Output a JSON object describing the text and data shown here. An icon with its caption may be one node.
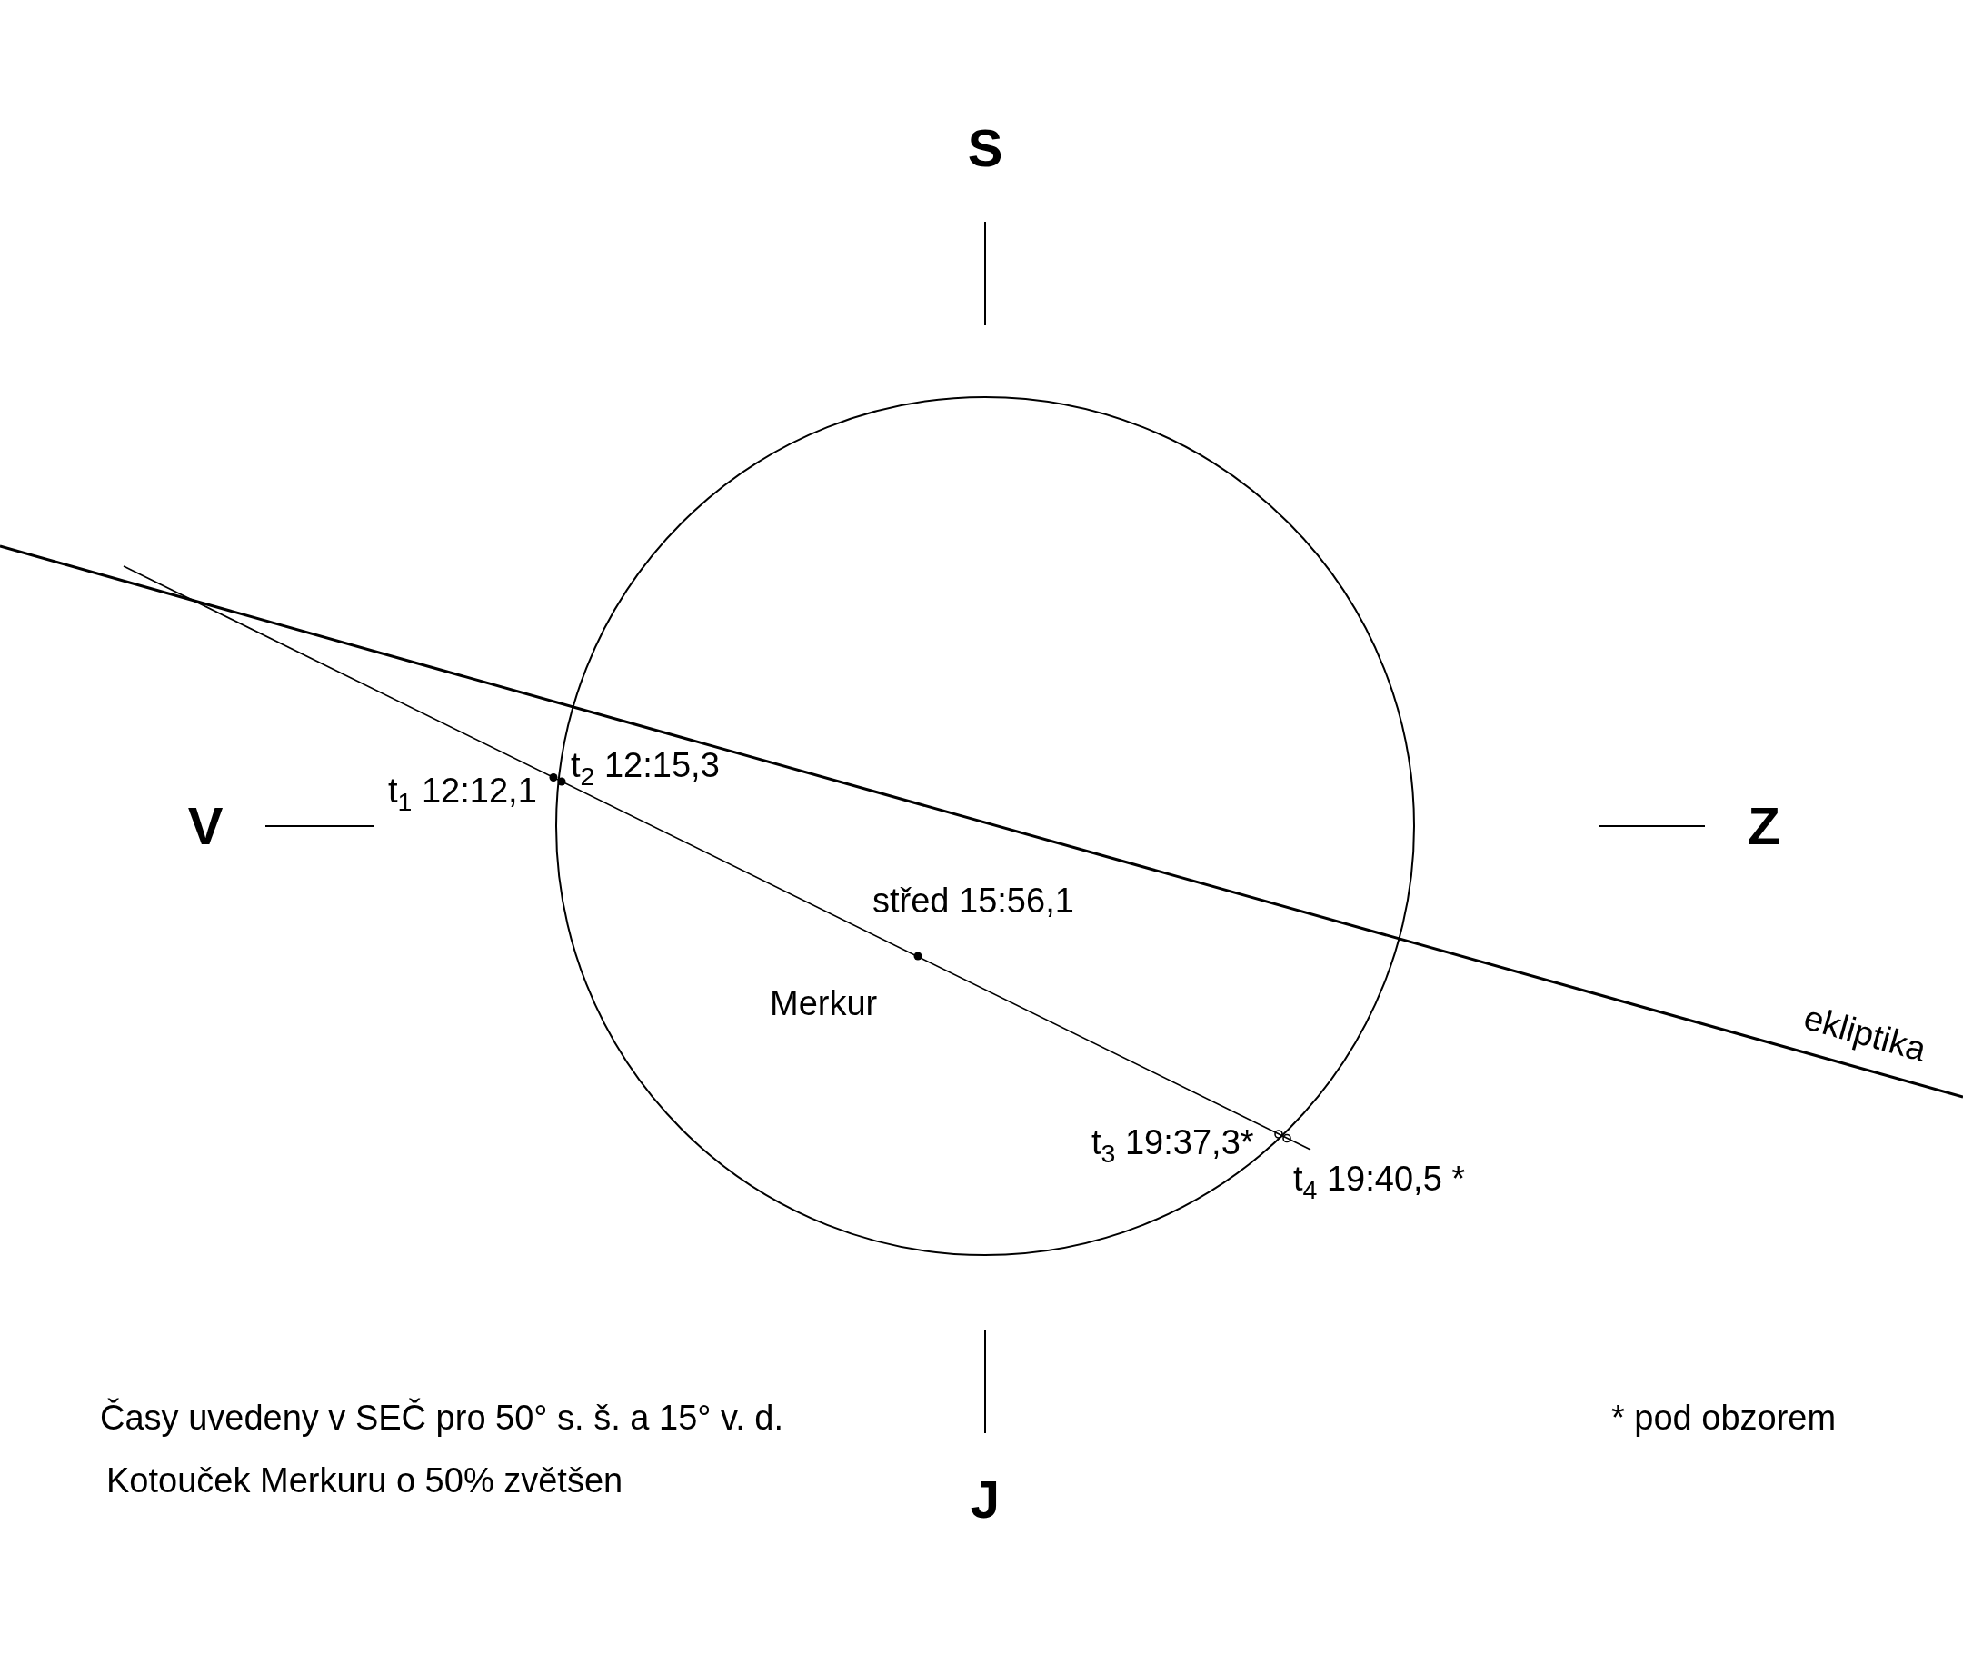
{
  "diagram": {
    "labels": [
      "S",
      "t$_{2}$ 12:15,3",
      "t$_{1}$ 12:12,1",
      "V",
      "Z",
      "střed 15:56,1",
      "Merkur",
      "ekliptika",
      "t$_{3}$ 19:37,3*",
      "t$_{4}$ 19:40,5 *",
      "Časy uvedeny v SEČ pro 50° s. š. a 15° v. d.",
      "* pod obzorem",
      "Kotouček Merkuru o 50% zvětšen",
      "J"
    ]
  }
}
